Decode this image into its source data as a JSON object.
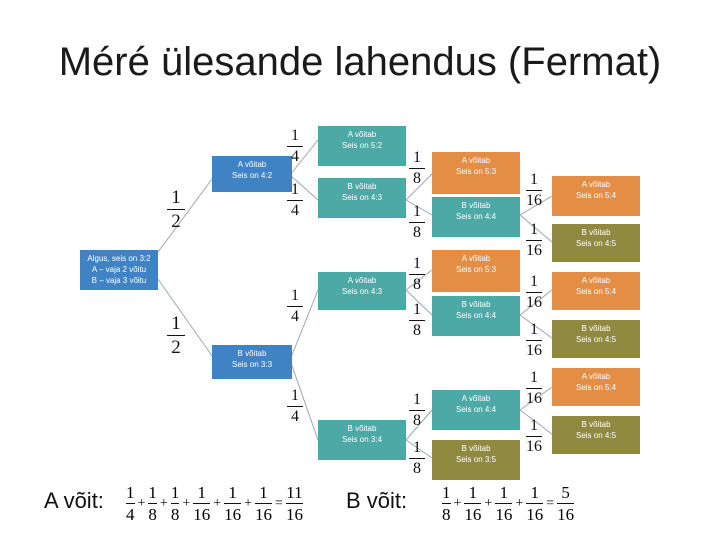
{
  "title": "Méré ülesande lahendus (Fermat)",
  "colors": {
    "level1": "#3f83c5",
    "level2": "#4ca9a6",
    "level3": "#e48d44",
    "level4": "#8f8a40",
    "connector": "#9aa6b5"
  },
  "nodes": {
    "root": {
      "l1": "Algus, seis on 3:2",
      "l2": "A – vaja 2 võitu",
      "l3": "B – vaja 3 võitu"
    },
    "a42": {
      "l1": "A võitab",
      "l2": "Seis on 4:2"
    },
    "b33": {
      "l1": "B võitab",
      "l2": "Seis on 3:3"
    },
    "a52": {
      "l1": "A võitab",
      "l2": "Seis on 5:2"
    },
    "b43": {
      "l1": "B võitab",
      "l2": "Seis on 4:3"
    },
    "a43": {
      "l1": "A võitab",
      "l2": "Seis on 4:3"
    },
    "b34": {
      "l1": "B võitab",
      "l2": "Seis on 3:4"
    },
    "a53a": {
      "l1": "A võitab",
      "l2": "Seis on 5:3"
    },
    "b44a": {
      "l1": "B võitab",
      "l2": "Seis on 4:4"
    },
    "a53b": {
      "l1": "A võitab",
      "l2": "Seis on 5:3"
    },
    "b44b": {
      "l1": "B võitab",
      "l2": "Seis on 4:4"
    },
    "a44": {
      "l1": "A võitab",
      "l2": "Seis on 4:4"
    },
    "b35": {
      "l1": "B võitab",
      "l2": "Seis on 3:5"
    },
    "a54a": {
      "l1": "A võitab",
      "l2": "Seis on 5:4"
    },
    "b45a": {
      "l1": "B võitab",
      "l2": "Seis on 4:5"
    },
    "a54b": {
      "l1": "A võitab",
      "l2": "Seis on 5:4"
    },
    "b45b": {
      "l1": "B võitab",
      "l2": "Seis on 4:5"
    },
    "a54c": {
      "l1": "A võitab",
      "l2": "Seis on 5:4"
    },
    "b45c": {
      "l1": "B võitab",
      "l2": "Seis on 4:5"
    }
  },
  "probabilities": {
    "p1a": {
      "num": "1",
      "den": "2"
    },
    "p1b": {
      "num": "1",
      "den": "2"
    },
    "p2a": {
      "num": "1",
      "den": "4"
    },
    "p2b": {
      "num": "1",
      "den": "4"
    },
    "p2c": {
      "num": "1",
      "den": "4"
    },
    "p2d": {
      "num": "1",
      "den": "4"
    },
    "p3a": {
      "num": "1",
      "den": "8"
    },
    "p3b": {
      "num": "1",
      "den": "8"
    },
    "p3c": {
      "num": "1",
      "den": "8"
    },
    "p3d": {
      "num": "1",
      "den": "8"
    },
    "p3e": {
      "num": "1",
      "den": "8"
    },
    "p3f": {
      "num": "1",
      "den": "8"
    },
    "p4a": {
      "num": "1",
      "den": "16"
    },
    "p4b": {
      "num": "1",
      "den": "16"
    },
    "p4c": {
      "num": "1",
      "den": "16"
    },
    "p4d": {
      "num": "1",
      "den": "16"
    },
    "p4e": {
      "num": "1",
      "den": "16"
    },
    "p4f": {
      "num": "1",
      "den": "16"
    }
  },
  "answer_a": {
    "label": "A võit:",
    "terms": [
      {
        "num": "1",
        "den": "4"
      },
      {
        "num": "1",
        "den": "8"
      },
      {
        "num": "1",
        "den": "8"
      },
      {
        "num": "1",
        "den": "16"
      },
      {
        "num": "1",
        "den": "16"
      },
      {
        "num": "1",
        "den": "16"
      }
    ],
    "result": {
      "num": "11",
      "den": "16"
    }
  },
  "answer_b": {
    "label": "B võit:",
    "terms": [
      {
        "num": "1",
        "den": "8"
      },
      {
        "num": "1",
        "den": "16"
      },
      {
        "num": "1",
        "den": "16"
      },
      {
        "num": "1",
        "den": "16"
      }
    ],
    "result": {
      "num": "5",
      "den": "16"
    }
  },
  "operators": {
    "plus": "+",
    "equals": "="
  }
}
